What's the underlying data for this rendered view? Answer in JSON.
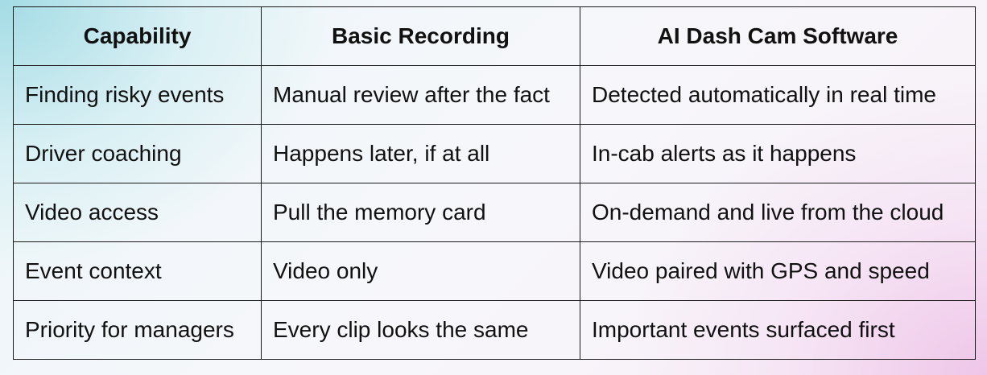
{
  "table": {
    "headers": [
      "Capability",
      "Basic Recording",
      "AI Dash Cam Software"
    ],
    "rows": [
      [
        "Finding risky events",
        "Manual review after the fact",
        "Detected automatically in real time"
      ],
      [
        "Driver coaching",
        "Happens later, if at all",
        "In-cab alerts as it happens"
      ],
      [
        "Video access",
        "Pull the memory card",
        "On-demand and live from the cloud"
      ],
      [
        "Event context",
        "Video only",
        "Video paired with GPS and speed"
      ],
      [
        "Priority for managers",
        "Every clip looks the same",
        "Important events surfaced first"
      ]
    ]
  }
}
